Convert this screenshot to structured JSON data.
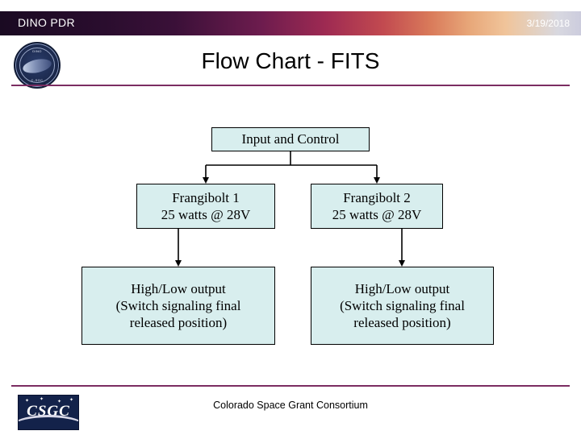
{
  "header": {
    "title": "DINO PDR",
    "date": "3/19/2018"
  },
  "slide": {
    "title": "Flow Chart - FITS",
    "footer": "Colorado Space Grant Consortium"
  },
  "logos": {
    "top": {
      "name": "dino-mission-patch",
      "text_top": "DINO",
      "text_bottom": "C-SGC"
    },
    "bottom": {
      "name": "csgc-logo",
      "text": "CSGC"
    }
  },
  "chart_data": {
    "type": "diagram",
    "title": "Flow Chart - FITS",
    "nodes": [
      {
        "id": "input",
        "lines": [
          "Input and Control"
        ]
      },
      {
        "id": "frang1",
        "lines": [
          "Frangibolt 1",
          "25 watts @ 28V"
        ]
      },
      {
        "id": "frang2",
        "lines": [
          "Frangibolt 2",
          "25 watts @ 28V"
        ]
      },
      {
        "id": "out1",
        "lines": [
          "High/Low output",
          "(Switch signaling final",
          "released position)"
        ]
      },
      {
        "id": "out2",
        "lines": [
          "High/Low output",
          "(Switch signaling final",
          "released position)"
        ]
      }
    ],
    "edges": [
      {
        "from": "input",
        "to": "frang1"
      },
      {
        "from": "input",
        "to": "frang2"
      },
      {
        "from": "frang1",
        "to": "out1"
      },
      {
        "from": "frang2",
        "to": "out2"
      }
    ],
    "node_fill": "#d8eeee",
    "node_border": "#000000"
  }
}
